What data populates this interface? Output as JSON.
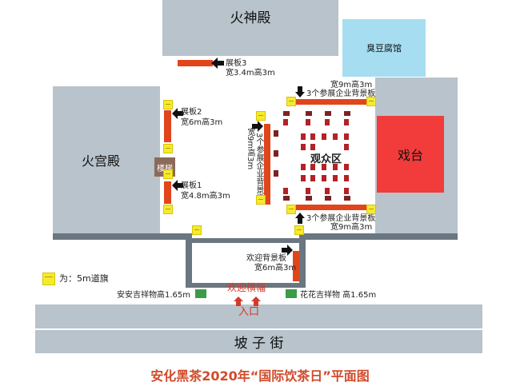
{
  "buildings": {
    "huoshen": "火神殿",
    "choudoufu": "臭豆腐馆",
    "huogong": "火宫殿",
    "stage": "戏台",
    "stairs": "楼梯",
    "auditorium": "观众区"
  },
  "boards": {
    "b3_name": "展板3",
    "b3_size": "宽3.4m高3m",
    "b2_name": "展板2",
    "b2_size": "宽6m高3m",
    "b1_name": "展板1",
    "b1_size": "宽4.8m高3m",
    "top_bg_size": "宽9m高3m",
    "top_bg_name": "3个参展企业背景板",
    "left_bg_name": "3个参展企业背景板",
    "left_bg_size": "宽9m高3m",
    "bottom_bg_name": "3个参展企业背景板",
    "bottom_bg_size": "宽9m高3m",
    "welcome_bg_name": "欢迎背景板",
    "welcome_bg_size": "宽6m高3m"
  },
  "legend": {
    "text": "为：5m道旗"
  },
  "entrance": {
    "banner": "欢迎横幅",
    "label": "入口",
    "mascot_left": "安安吉祥物高1.65m",
    "mascot_right": "花花吉祥物 高1.65m"
  },
  "street": "坡 子 街",
  "title": "安化黑茶2020年“国际饮茶日”平面图",
  "colors": {
    "building": "#b8c3cb",
    "stage": "#f23b3b",
    "board": "#e0451c",
    "flag": "#f6ea2f",
    "choudoufu": "#a6ddf0",
    "title": "#d24a2a"
  }
}
